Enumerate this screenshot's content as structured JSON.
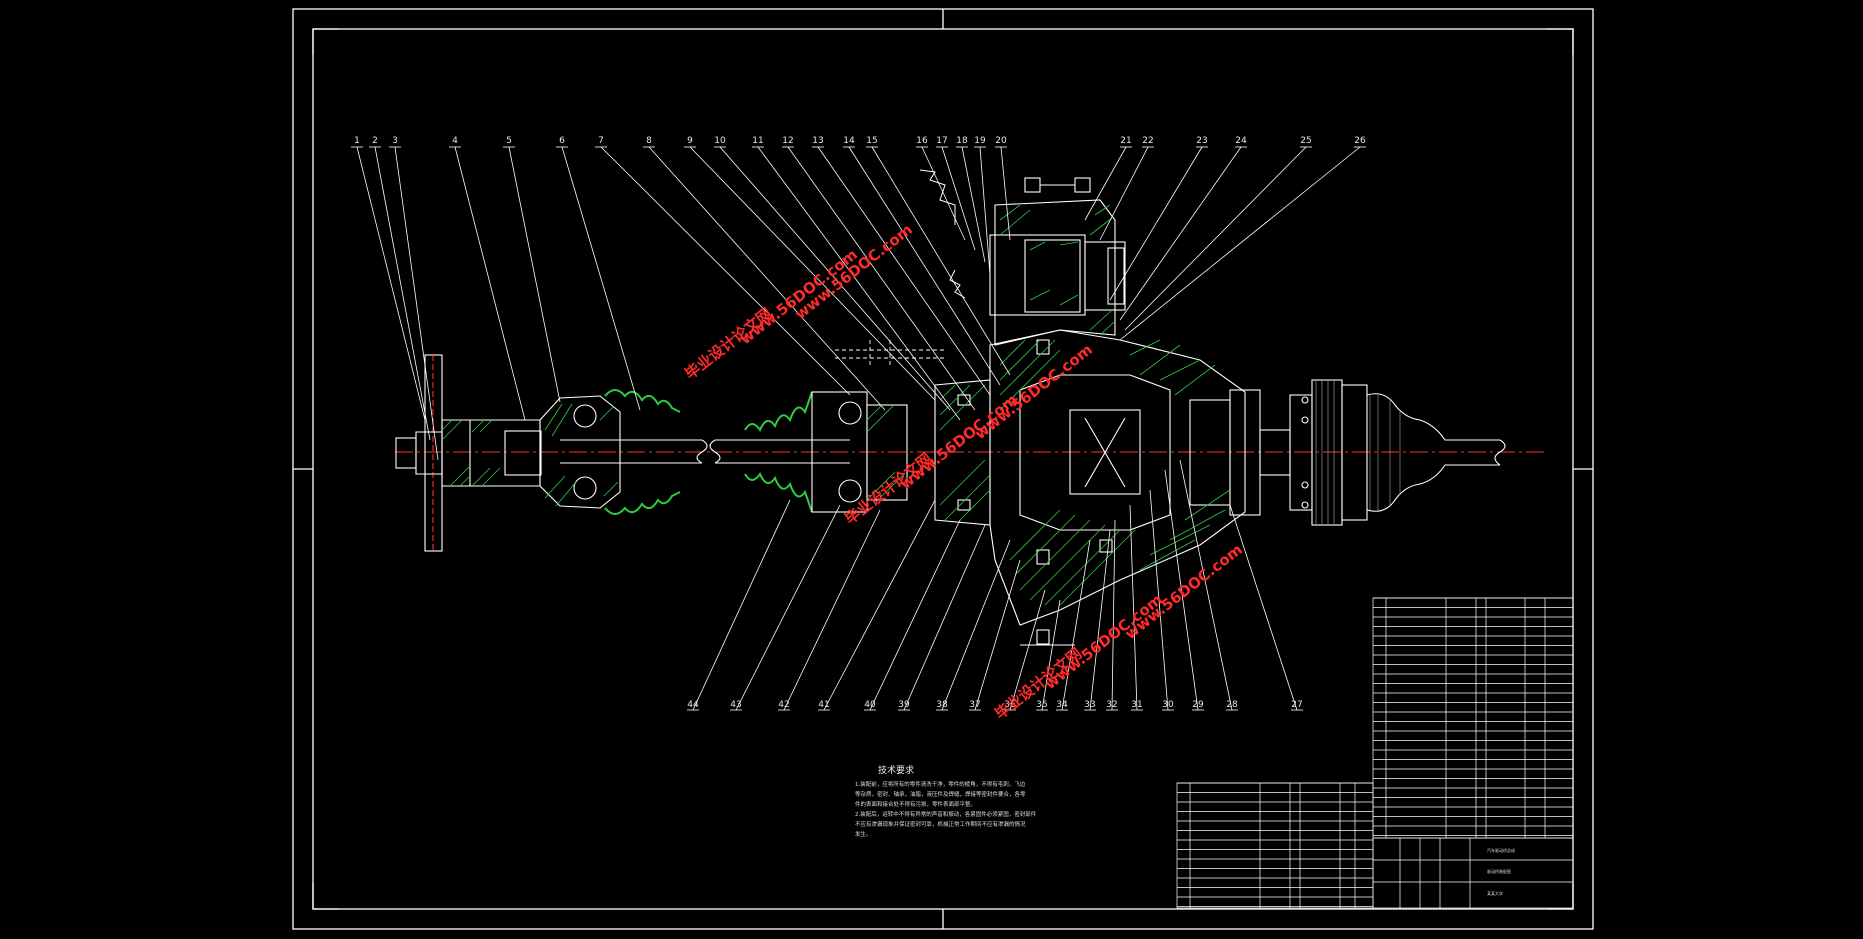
{
  "drawing": {
    "part_labels": [
      "1",
      "2",
      "3",
      "4",
      "5",
      "6",
      "7",
      "8",
      "9",
      "10",
      "11",
      "12",
      "13",
      "14",
      "15",
      "16",
      "17",
      "18",
      "19",
      "20",
      "21",
      "22",
      "23",
      "24",
      "25",
      "26",
      "27",
      "28",
      "29",
      "30",
      "31",
      "32",
      "33",
      "34",
      "35",
      "36",
      "37",
      "38",
      "39",
      "40",
      "41",
      "42",
      "43",
      "44"
    ],
    "tech_notes_title": "技术要求",
    "tech_notes_lines": [
      "1.装配前，应将所有的零件清洗干净，零件的棱角，不得有毛刺，飞边",
      "等杂质，密封、轴承，油脂，液压件及焊缝，焊接等密封件要合，各零",
      "件的表面和接合处不得有污损，零件表面部平整。",
      "2.装配后，运转中不得有异常的声音和振动，各紧固件必须紧固，密封部件",
      "不应有渗漏现象并保证密封可靠，机械正常工作期间不应有渗漏的情况",
      "发生。"
    ],
    "title_block": {
      "line1": "汽车驱动桥总成",
      "line2": "驱动桥装配图",
      "line3": "某某大学"
    },
    "watermarks": [
      "毕业设计论文网",
      "www.56DOC.com"
    ]
  }
}
